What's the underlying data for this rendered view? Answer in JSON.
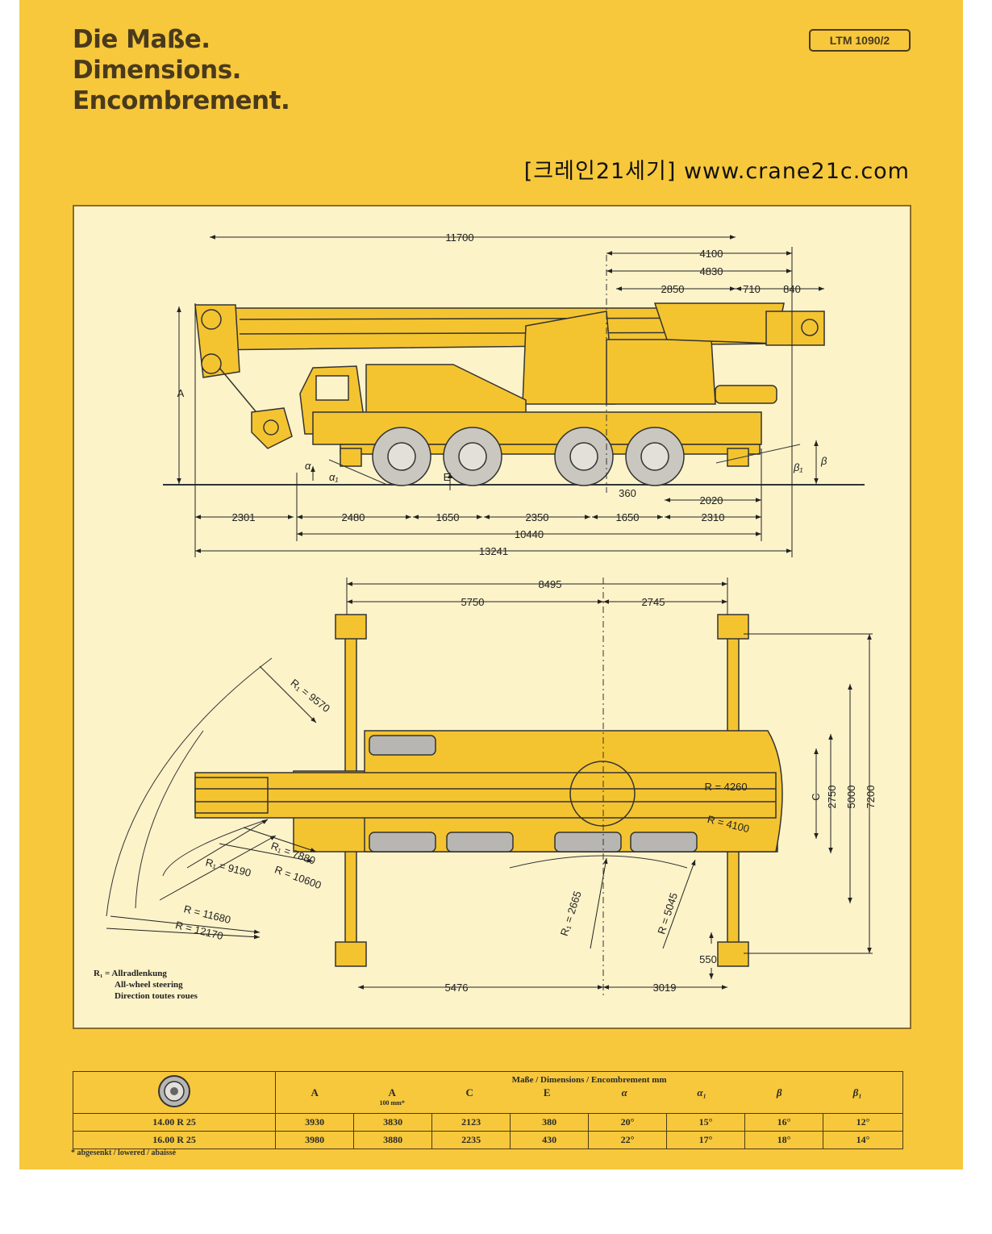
{
  "header": {
    "title_de": "Die Maße.",
    "title_en": "Dimensions.",
    "title_fr": "Encombrement.",
    "model": "LTM 1090/2",
    "website": "[크레인21세기] www.crane21c.com"
  },
  "side_view": {
    "top_dims": [
      "11700",
      "4100",
      "4830",
      "2850",
      "710",
      "840"
    ],
    "bottom_dims": [
      "2301",
      "2480",
      "1650",
      "2350",
      "1650",
      "2310",
      "10440",
      "13241",
      "360",
      "2020"
    ],
    "labels": {
      "a": "A",
      "e": "E",
      "alpha": "α",
      "alpha1": "α₁",
      "beta": "β",
      "beta1": "β₁"
    }
  },
  "top_view": {
    "top_dims": [
      "8495",
      "5750",
      "2745"
    ],
    "bottom_dims": [
      "5476",
      "3019",
      "550"
    ],
    "right_dims": [
      "C",
      "2750",
      "5000",
      "7200"
    ],
    "radii": [
      "R₁ = 9570",
      "R₁ = 7880",
      "R = 10600",
      "R₁ = 9190",
      "R = 11680",
      "R = 12170",
      "R₁ = 2665",
      "R = 5045",
      "R = 4260",
      "R = 4100"
    ]
  },
  "legend": {
    "line1": "R₁ = Allradlenkung",
    "line2": "All-wheel steering",
    "line3": "Direction toutes roues"
  },
  "table": {
    "group_header": "Maße / Dimensions / Encombrement mm",
    "columns": [
      "A",
      "A",
      "C",
      "E",
      "α",
      "α₁",
      "β",
      "β₁"
    ],
    "col2_sub": "100 mm*",
    "rows": [
      {
        "tire": "14.00 R 25",
        "values": [
          "3930",
          "3830",
          "2123",
          "380",
          "20°",
          "15°",
          "16°",
          "12°"
        ]
      },
      {
        "tire": "16.00 R 25",
        "values": [
          "3980",
          "3880",
          "2235",
          "430",
          "22°",
          "17°",
          "18°",
          "14°"
        ]
      }
    ],
    "footnote": "* abgesenkt / lowered / abaissé"
  },
  "colors": {
    "page": "#f7c83c",
    "panel": "#fdf3c9",
    "crane": "#f4c430",
    "ink": "#4a3a1c"
  }
}
